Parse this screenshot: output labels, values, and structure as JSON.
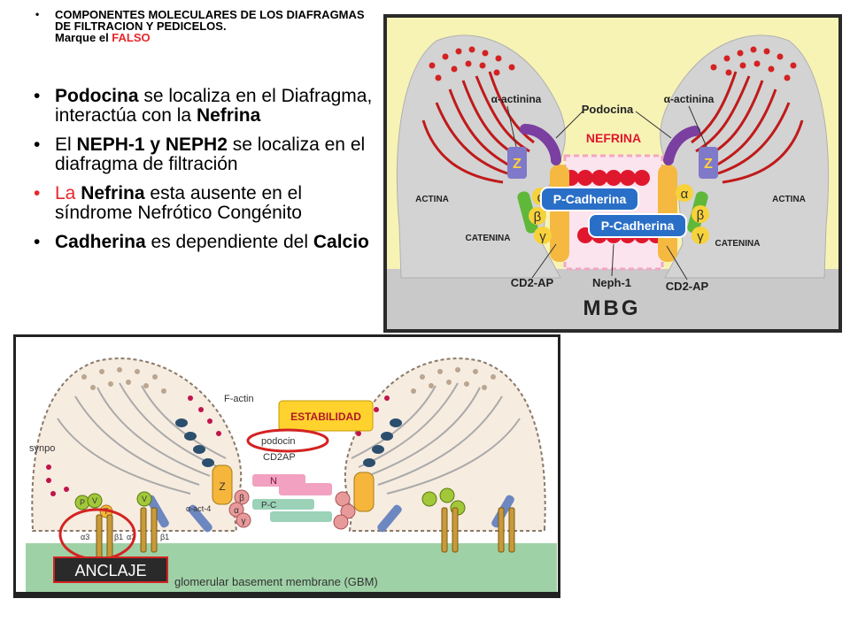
{
  "question": {
    "bullet": "•",
    "line1": "COMPONENTES MOLECULARES DE LOS DIAFRAGMAS DE FILTRACION Y PEDICELOS.",
    "line2_prefix": "Marque el ",
    "line2_highlight": "FALSO"
  },
  "options": [
    {
      "bold1": "Podocina",
      "text1": " se localiza en el Diafragma, interactúa con la ",
      "bold2": "Nefrina"
    },
    {
      "text0": "El ",
      "bold1": "NEPH-1 y NEPH2",
      "text1": " se localiza en el diafragma de filtración"
    },
    {
      "red": "La ",
      "bold1": "Nefrina",
      "text1": " esta ausente en el síndrome Nefrótico Congénito"
    },
    {
      "bold1": "Cadherina",
      "text1": " es dependiente del ",
      "bold2": "Calcio"
    }
  ],
  "figure1": {
    "labels": {
      "alpha_actinina": "α-actinina",
      "podocina": "Podocina",
      "nefrina": "NEFRINA",
      "p_cadherina": "P-Cadherina",
      "actina": "ACTINA",
      "catenina": "CATENINA",
      "cd2ap": "CD2-AP",
      "neph1": "Neph-1",
      "mbg": "MBG",
      "z": "Z",
      "alpha": "α",
      "beta": "β",
      "gamma": "γ"
    }
  },
  "figure2": {
    "labels": {
      "factin": "F-actin",
      "estabilidad": "ESTABILIDAD",
      "podocin": "podocin",
      "cd2ap": "CD2AP",
      "synpo": "synpo",
      "z": "Z",
      "n": "N",
      "pc": "P-C",
      "b": "β",
      "a": "α",
      "g": "γ",
      "p": "P",
      "v": "V",
      "t": "T",
      "aact4": "α-act-4",
      "a3": "α3",
      "b1": "β1",
      "anclaje": "ANCLAJE",
      "gbm": "glomerular basement membrane (GBM)"
    }
  }
}
